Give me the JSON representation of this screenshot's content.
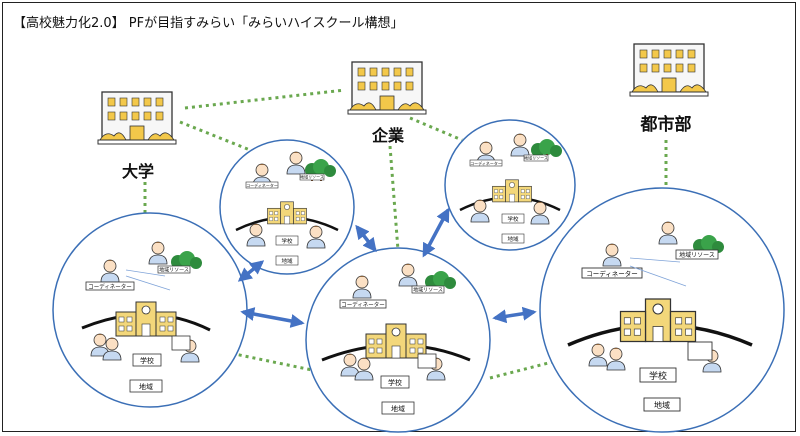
{
  "title": "【高校魅力化2.0】 PFが目指すみらい「みらいハイスクール構想」",
  "colors": {
    "dotted_line": "#6aa84f",
    "circle": "#3b6fb6",
    "arrow": "#4472c4",
    "building": "#f3d77a",
    "building_outline": "#333333",
    "tree": "#2e8b3d",
    "shirt": "#c6d9f1"
  },
  "entities": {
    "university": "大学",
    "company": "企業",
    "city": "都市部"
  },
  "labels": {
    "school": "学校",
    "region": "地域",
    "coordinator": "コーディネーター",
    "resources": "地域リソース"
  },
  "icons": [
    "building-icon",
    "school-icon",
    "person-icon",
    "tree-icon",
    "connection-arrow-icon"
  ]
}
